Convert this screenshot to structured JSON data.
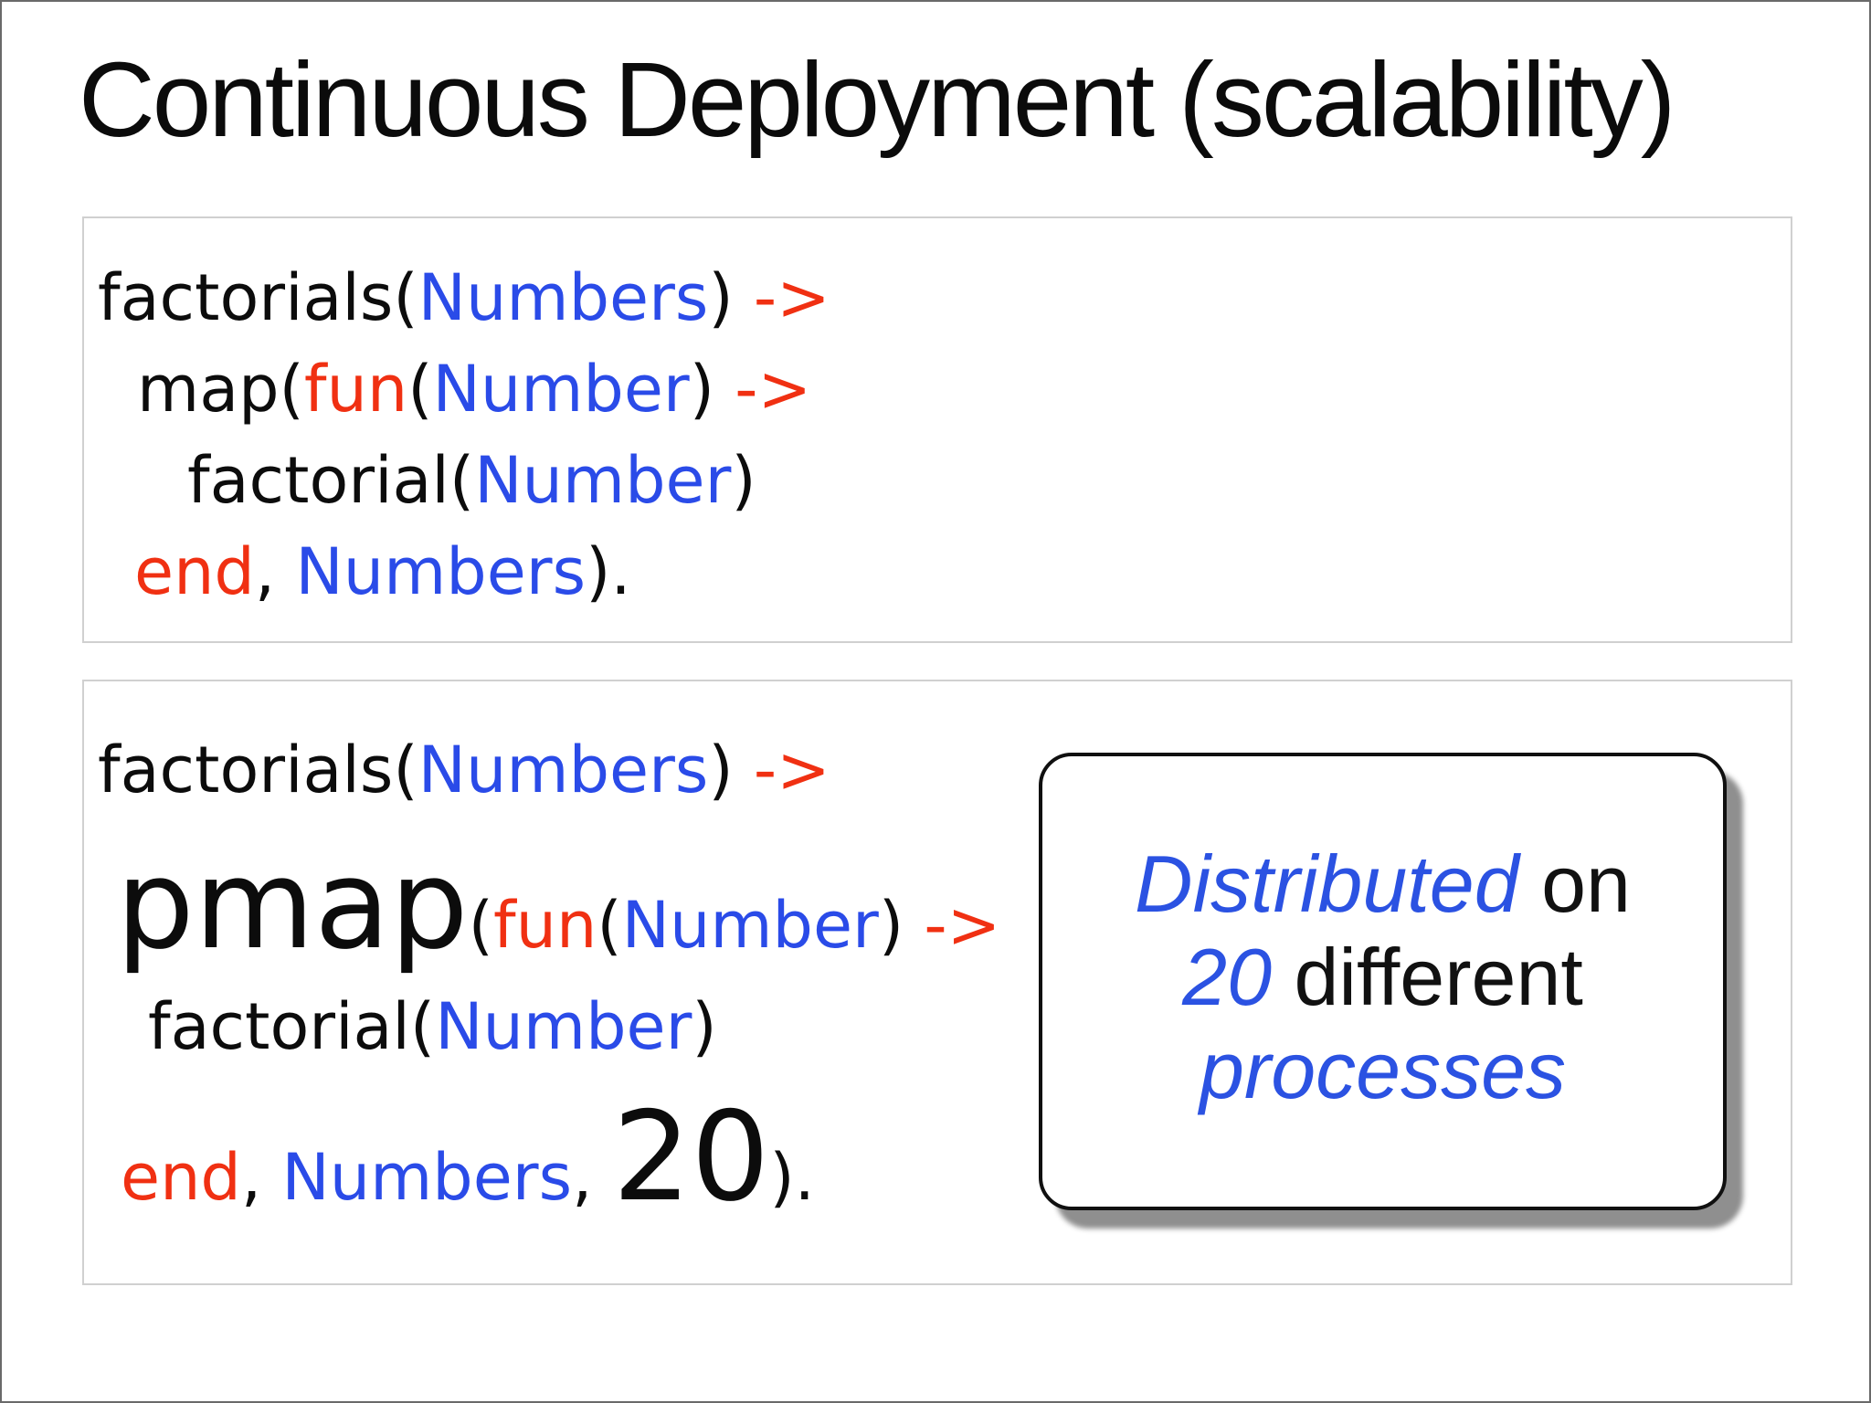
{
  "palette": {
    "black": "#0c0c0c",
    "blue": "#2a4be8",
    "red": "#f03012",
    "callout_blue": "#2b52e2",
    "callout_black": "#111111",
    "box_border": "#d0d0d0",
    "page_border": "#6a6a6a",
    "shadow": "#8f8f8f"
  },
  "title": "Continuous Deployment (scalability)",
  "code_block_1": {
    "lines": [
      {
        "segments": [
          {
            "t": "factorials(",
            "c": "black"
          },
          {
            "t": "Numbers",
            "c": "blue"
          },
          {
            "t": ") ",
            "c": "black"
          },
          {
            "t": "->",
            "c": "red"
          }
        ]
      },
      {
        "segments": [
          {
            "t": "map(",
            "c": "black"
          },
          {
            "t": "fun",
            "c": "red"
          },
          {
            "t": "(",
            "c": "black"
          },
          {
            "t": "Number",
            "c": "blue"
          },
          {
            "t": ") ",
            "c": "black"
          },
          {
            "t": "->",
            "c": "red"
          }
        ]
      },
      {
        "segments": [
          {
            "t": "factorial(",
            "c": "black"
          },
          {
            "t": "Number",
            "c": "blue"
          },
          {
            "t": ")",
            "c": "black"
          }
        ]
      },
      {
        "segments": [
          {
            "t": "end",
            "c": "red"
          },
          {
            "t": ", ",
            "c": "black"
          },
          {
            "t": "Numbers",
            "c": "blue"
          },
          {
            "t": ").",
            "c": "black"
          }
        ]
      }
    ]
  },
  "code_block_2": {
    "lines": [
      {
        "segments": [
          {
            "t": "factorials(",
            "c": "black"
          },
          {
            "t": "Numbers",
            "c": "blue"
          },
          {
            "t": ") ",
            "c": "black"
          },
          {
            "t": "->",
            "c": "red"
          }
        ]
      },
      {
        "segments": [
          {
            "t": "pmap",
            "c": "black"
          },
          {
            "t": "(",
            "c": "black"
          },
          {
            "t": "fun",
            "c": "red"
          },
          {
            "t": "(",
            "c": "black"
          },
          {
            "t": "Number",
            "c": "blue"
          },
          {
            "t": ") ",
            "c": "black"
          },
          {
            "t": "->",
            "c": "red"
          }
        ]
      },
      {
        "segments": [
          {
            "t": "factorial(",
            "c": "black"
          },
          {
            "t": "Number",
            "c": "blue"
          },
          {
            "t": ")",
            "c": "black"
          }
        ]
      },
      {
        "segments": [
          {
            "t": "end",
            "c": "red"
          },
          {
            "t": ", ",
            "c": "black"
          },
          {
            "t": "Numbers",
            "c": "blue"
          },
          {
            "t": ", ",
            "c": "black"
          },
          {
            "t": "20",
            "c": "black"
          },
          {
            "t": ").",
            "c": "black"
          }
        ]
      }
    ]
  },
  "callout": {
    "lines": [
      {
        "segments": [
          {
            "t": "Distributed",
            "c": "callout_blue",
            "i": true
          },
          {
            "t": " on",
            "c": "callout_black"
          }
        ]
      },
      {
        "segments": [
          {
            "t": "20",
            "c": "callout_blue",
            "i": true
          },
          {
            "t": " different",
            "c": "callout_black"
          }
        ]
      },
      {
        "segments": [
          {
            "t": "processes",
            "c": "callout_blue",
            "i": true
          }
        ]
      }
    ]
  }
}
